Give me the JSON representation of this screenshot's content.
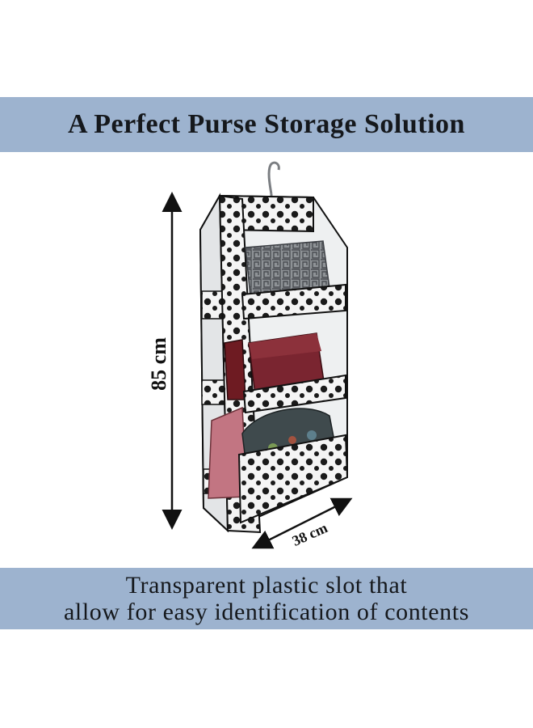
{
  "header": {
    "title": "A Perfect Purse Storage Solution"
  },
  "product": {
    "height_label": "85 cm",
    "width_label": "38 cm"
  },
  "footer": {
    "line1": "Transparent plastic slot that",
    "line2": "allow for easy identification of contents"
  },
  "colors": {
    "band": "#9db3cf",
    "text": "#15181c",
    "polka_dot": "#1a1a1a",
    "trim": "#111111"
  }
}
